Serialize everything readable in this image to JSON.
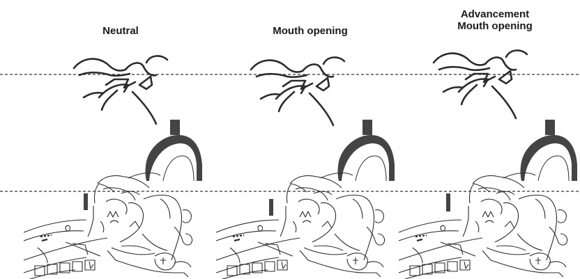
{
  "panels": [
    {
      "title_line1": "Neutral",
      "title_line2": ""
    },
    {
      "title_line1": "Mouth opening",
      "title_line2": ""
    },
    {
      "title_line1": "Advancement",
      "title_line2": "Mouth opening"
    }
  ],
  "colors": {
    "line": "#2b2b2b",
    "dashed": "#555555",
    "mask": "#444444"
  },
  "icons": [
    "jaw-sketch",
    "head-profile-sketch",
    "mask-headstrap"
  ]
}
